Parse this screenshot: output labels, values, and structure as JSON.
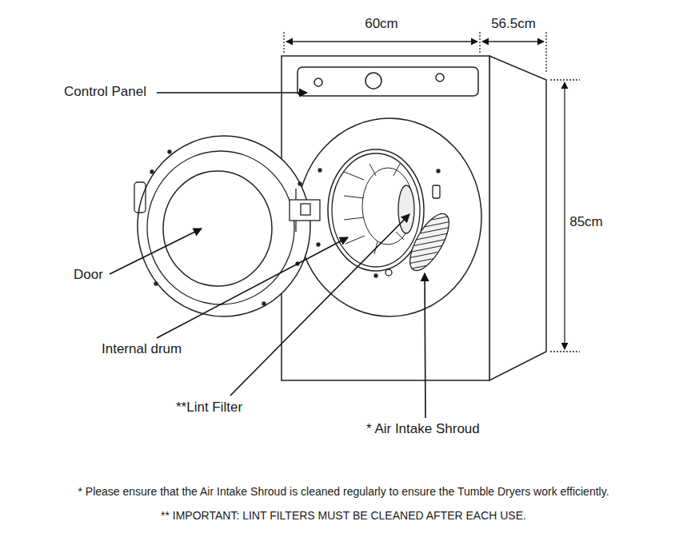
{
  "diagram": {
    "labels": [
      "60cm",
      "56.5cm",
      "85cm",
      "Control Panel",
      "Door",
      "Internal drum",
      "**Lint Filter",
      "* Air Intake Shroud",
      "* Please ensure that the Air Intake Shroud is cleaned regularly to ensure the Tumble Dryers work efficiently.",
      "** IMPORTANT: LINT FILTERS MUST BE CLEANED AFTER EACH USE."
    ]
  }
}
